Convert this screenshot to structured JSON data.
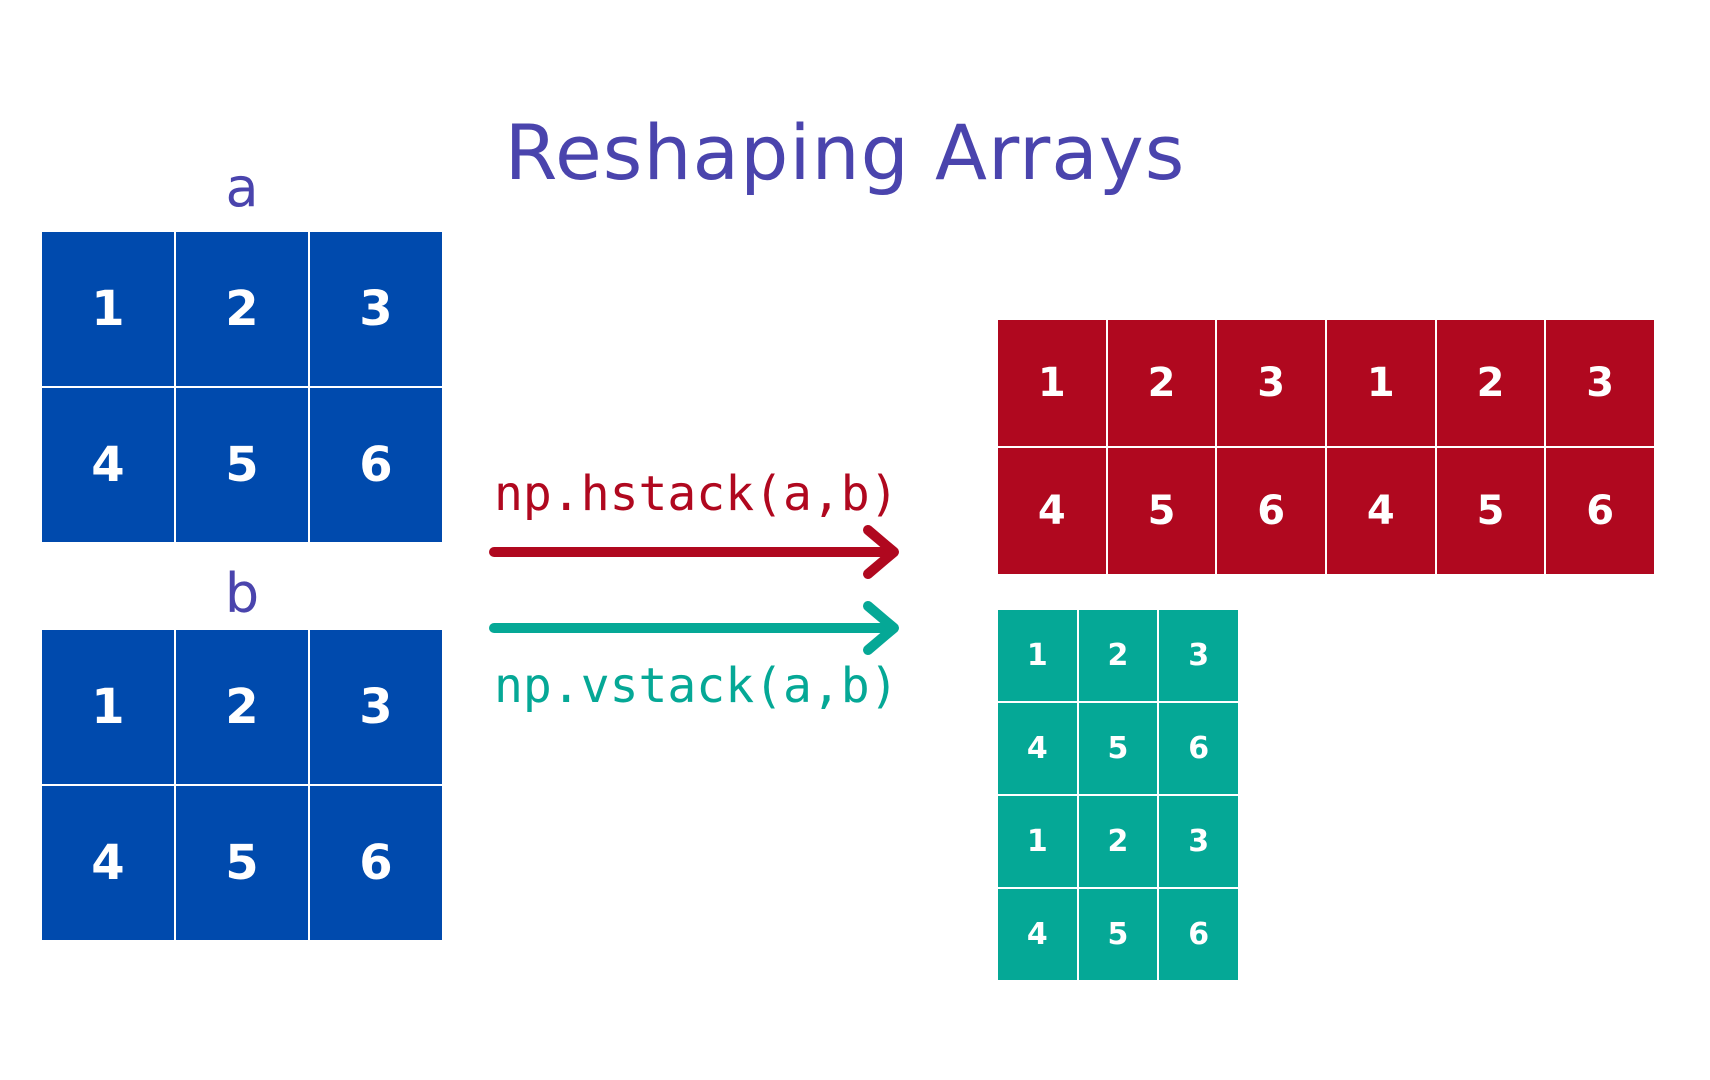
{
  "title": "Reshaping Arrays",
  "array_a": {
    "label": "a",
    "rows": [
      [
        "1",
        "2",
        "3"
      ],
      [
        "4",
        "5",
        "6"
      ]
    ],
    "color": "#004aad"
  },
  "array_b": {
    "label": "b",
    "rows": [
      [
        "1",
        "2",
        "3"
      ],
      [
        "4",
        "5",
        "6"
      ]
    ],
    "color": "#004aad"
  },
  "hstack": {
    "code": "np.hstack(a,b)",
    "color": "#b0081f",
    "rows": [
      [
        "1",
        "2",
        "3",
        "1",
        "2",
        "3"
      ],
      [
        "4",
        "5",
        "6",
        "4",
        "5",
        "6"
      ]
    ]
  },
  "vstack": {
    "code": "np.vstack(a,b)",
    "color": "#05a896",
    "rows": [
      [
        "1",
        "2",
        "3"
      ],
      [
        "4",
        "5",
        "6"
      ],
      [
        "1",
        "2",
        "3"
      ],
      [
        "4",
        "5",
        "6"
      ]
    ]
  }
}
